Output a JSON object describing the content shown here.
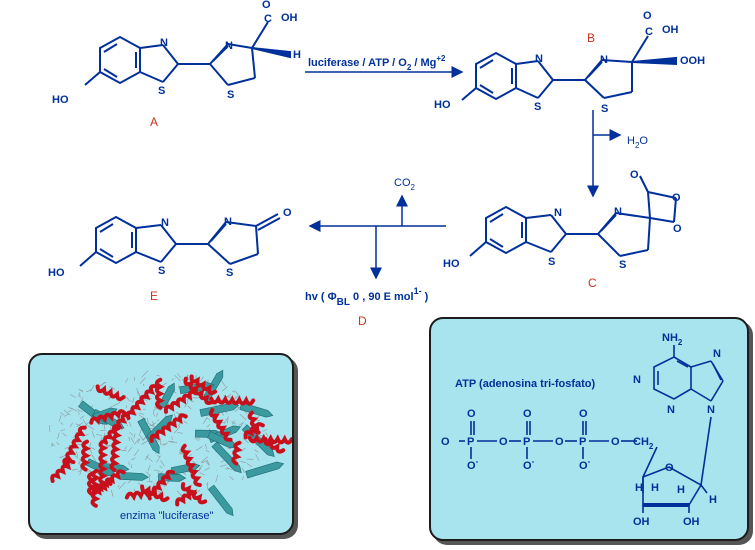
{
  "labels": {
    "A": "A",
    "B": "B",
    "C": "C",
    "D": "D",
    "E": "E"
  },
  "reaction": {
    "arrow_reagents": "luciferase / ATP / O",
    "o2_sub": "2",
    "mg": " / Mg",
    "mg_sup": "+2",
    "water": "H",
    "water_sub": "2",
    "water_o": "O",
    "co2": "CO",
    "co2_sub": "2",
    "hv": "hv ( Φ",
    "hv_sub": "BL",
    "hv_value": " 0 , 90   E mol",
    "hv_sup": "1-",
    "hv_close": " )"
  },
  "atoms": {
    "N": "N",
    "S": "S",
    "HO": "HO",
    "H": "H",
    "C_OH": "C",
    "OH": "OH",
    "O": "O",
    "OOH": "OOH"
  },
  "enzyme": {
    "caption": "enzima \"luciferase\""
  },
  "atp": {
    "title": "ATP (adenosina tri-fosfato)",
    "nh2": "NH",
    "nh2_sub": "2",
    "p": "P",
    "o": "O",
    "o_minus": "O",
    "minus": "-",
    "ch2": "CH",
    "ch2_sub": "2",
    "oh": "OH",
    "h": "H",
    "n": "N"
  },
  "colors": {
    "bond": "#00309a",
    "label": "#c8341c",
    "box_fill": "#a8e4ee",
    "helix": "#c8101c",
    "strand": "#3a9aa0"
  }
}
